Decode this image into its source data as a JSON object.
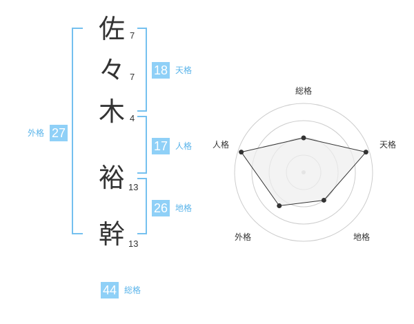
{
  "name": {
    "chars": [
      {
        "char": "佐",
        "strokes": "7"
      },
      {
        "char": "々",
        "strokes": "7"
      },
      {
        "char": "木",
        "strokes": "4"
      },
      {
        "char": "裕",
        "strokes": "13"
      },
      {
        "char": "幹",
        "strokes": "13"
      }
    ]
  },
  "fortune": {
    "tenkaku": {
      "value": "18",
      "label": "天格"
    },
    "jinkaku": {
      "value": "17",
      "label": "人格"
    },
    "chikaku": {
      "value": "26",
      "label": "地格"
    },
    "gaikaku": {
      "value": "27",
      "label": "外格"
    },
    "soukaku": {
      "value": "44",
      "label": "総格"
    }
  },
  "radar": {
    "labels": {
      "top": "総格",
      "right": "天格",
      "bottom_right": "地格",
      "bottom_left": "外格",
      "left": "人格"
    },
    "levels": 4,
    "values": [
      0.5,
      0.95,
      0.5,
      0.6,
      0.95
    ],
    "line_color": "#333333",
    "fill_color": "#eeeeee",
    "grid_color": "#cccccc"
  },
  "colors": {
    "accent": "#8fd0f7",
    "accent_text": "#5ab4ea",
    "bracket": "#74c0ef"
  }
}
